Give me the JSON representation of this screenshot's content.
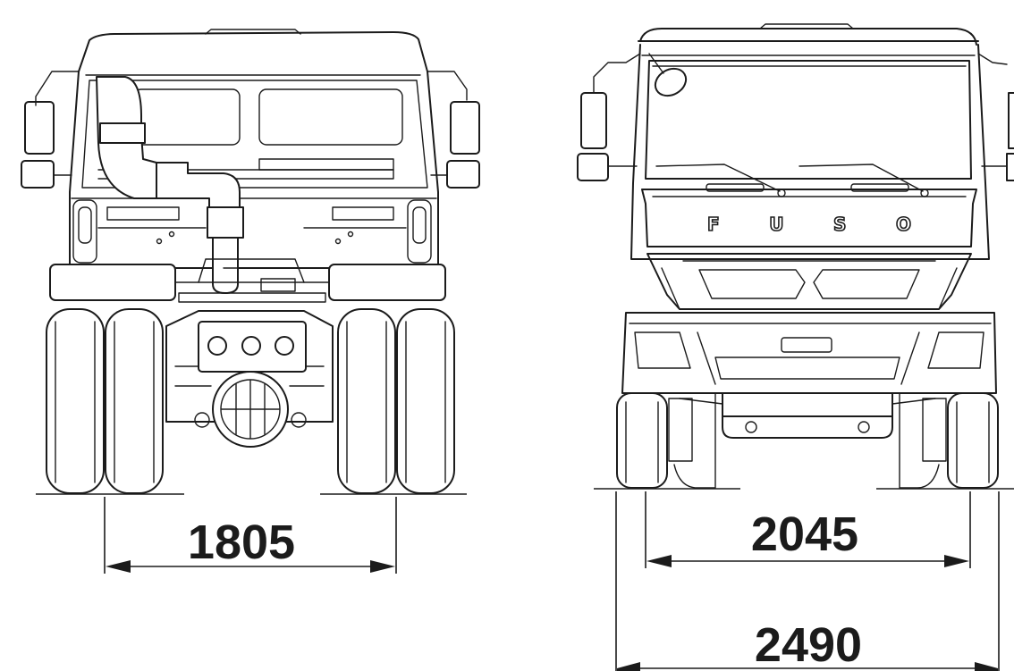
{
  "colors": {
    "line": "#1b1b1b",
    "background": "#ffffff"
  },
  "rear_view": {
    "track_dimension": "1805"
  },
  "front_view": {
    "brand_lettering": "FUSO",
    "track_dimension": "2045",
    "overall_width_dimension": "2490"
  }
}
